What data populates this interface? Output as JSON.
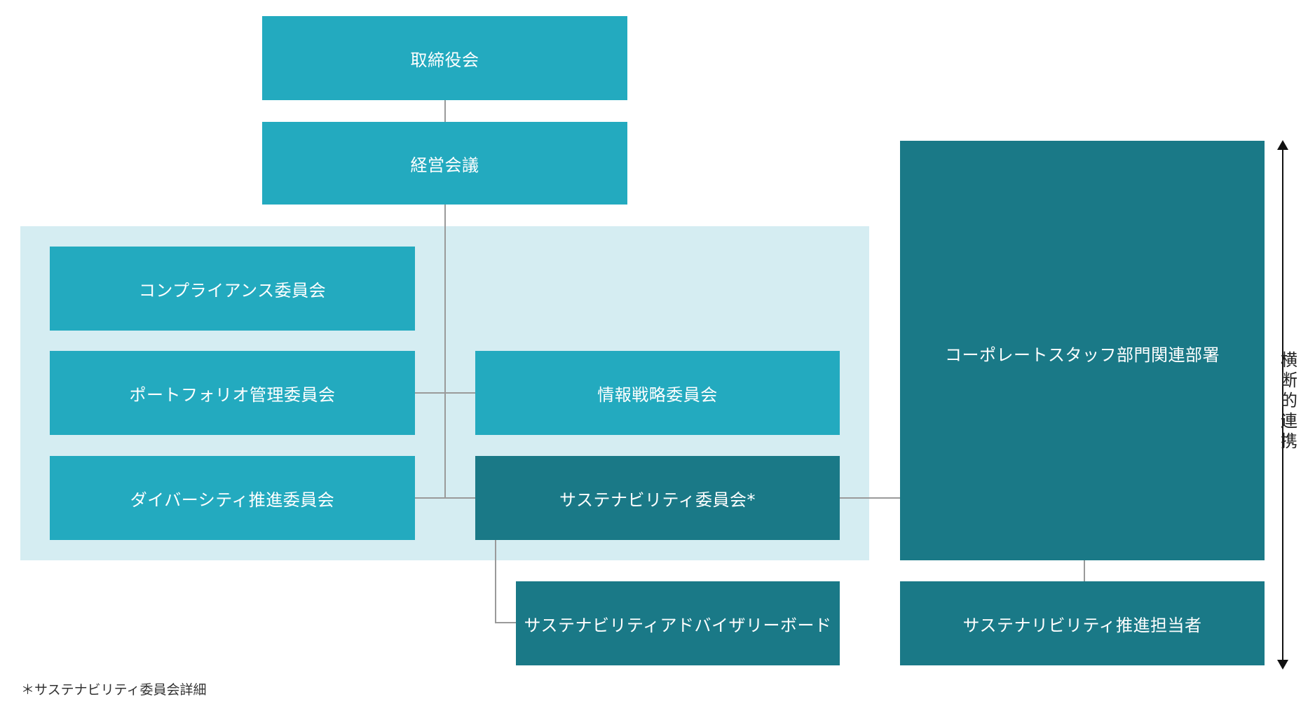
{
  "nodes": {
    "board": "取締役会",
    "management": "経営会議",
    "compliance": "コンプライアンス委員会",
    "portfolio": "ポートフォリオ管理委員会",
    "diversity": "ダイバーシティ推進委員会",
    "info_strategy": "情報戦略委員会",
    "sustainability": "サステナビリティ委員会*",
    "advisory_board": "サステナビリティアドバイザリーボード",
    "corporate_staff": "コーポレートスタッフ部門関連部署",
    "promoter": "サステナリビリティ推進担当者"
  },
  "side_label": [
    "横",
    "断",
    "的",
    "連",
    "携"
  ],
  "footnote": "＊サステナビリティ委員会詳細",
  "colors": {
    "light_box": "#23aabf",
    "dark_box": "#1a7987",
    "group_background": "#d5edf2",
    "connector": "#9a9a9a"
  }
}
